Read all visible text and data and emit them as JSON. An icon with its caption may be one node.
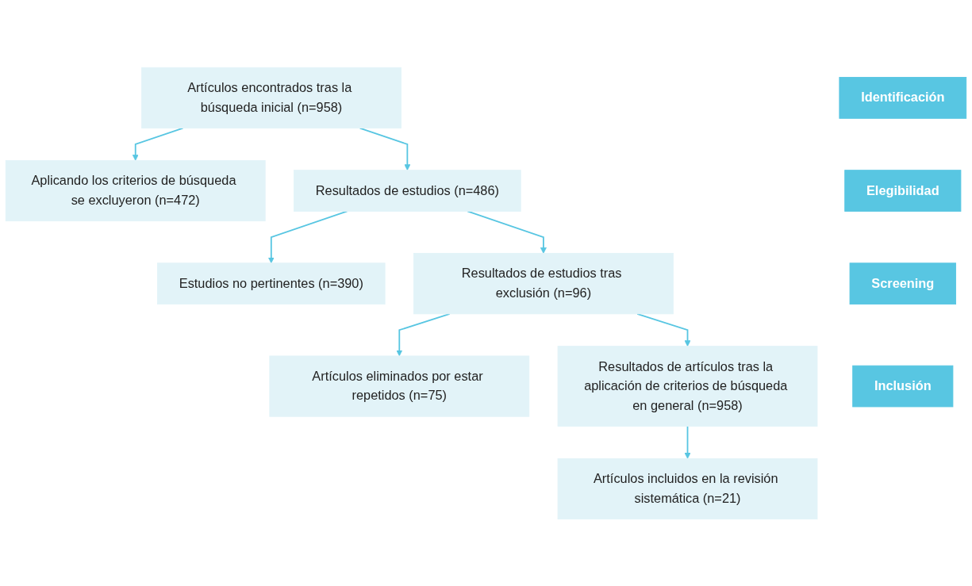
{
  "diagram": {
    "nodes": [
      {
        "text": [
          "Identificación"
        ]
      },
      {
        "text": [
          "Artículos encontrados tras la búsqueda inicial (n=958)"
        ]
      },
      {
        "text": [
          "Aplicando los criterios de búsqueda se excluyeron (n=472)"
        ]
      },
      {
        "text": [
          "Elegibilidad"
        ]
      },
      {
        "text": [
          "Resultados de estudios (n=486)"
        ]
      },
      {
        "text": [
          "Estudios no pertinentes (n=390)"
        ]
      },
      {
        "text": [
          "Resultados de estudios tras exclusión (n=96)"
        ]
      },
      {
        "text": [
          "Artículos eliminados por estar repetidos (n=75)"
        ]
      },
      {
        "text": [
          "Screening"
        ]
      },
      {
        "text": [
          "Resultados de artículos tras la aplicación de criterios de búsqueda en general (n=958)"
        ]
      },
      {
        "text": [
          "Inclusión"
        ]
      },
      {
        "text": [
          "Artículos incluidos en la revisión sistemática (n=21)"
        ]
      }
    ],
    "edges": [
      {
        "from": 1,
        "to": 4,
        "arrow": "to"
      },
      {
        "from": 1,
        "to": 2,
        "arrow": "to"
      },
      {
        "from": 4,
        "to": 6,
        "arrow": "to"
      },
      {
        "from": 4,
        "to": 5,
        "arrow": "to"
      },
      {
        "from": 6,
        "to": 9,
        "arrow": "to"
      },
      {
        "from": 6,
        "to": 7,
        "arrow": "to"
      },
      {
        "from": 9,
        "to": 11,
        "arrow": "to"
      }
    ]
  }
}
